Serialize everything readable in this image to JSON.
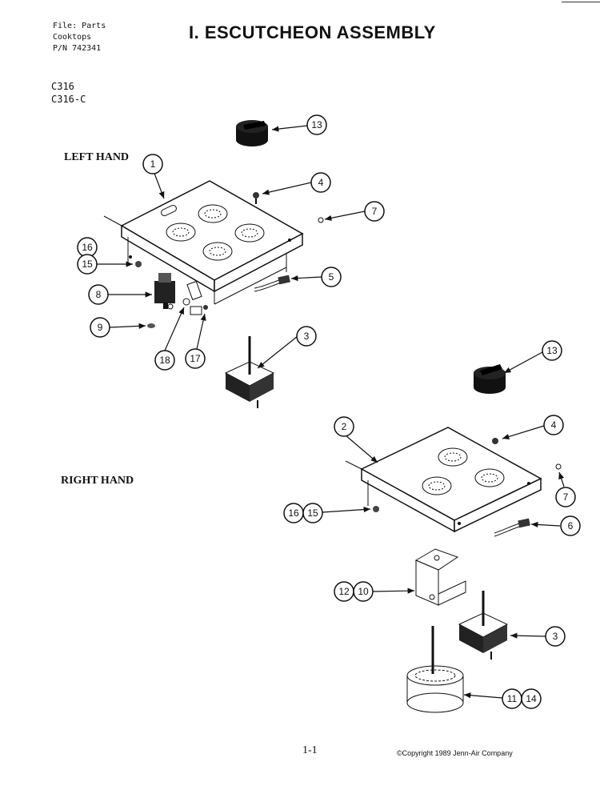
{
  "header": {
    "file_lines": [
      "File: Parts",
      "Cooktops",
      "P/N 742341"
    ],
    "title": "I. ESCUTCHEON ASSEMBLY",
    "models": [
      "C316",
      "C316-C"
    ]
  },
  "sections": {
    "left_hand": "LEFT HAND",
    "right_hand": "RIGHT HAND"
  },
  "callouts": {
    "c13a": "13",
    "c1": "1",
    "c4a": "4",
    "c7a": "7",
    "c16a": "16",
    "c15a": "15",
    "c5": "5",
    "c8": "8",
    "c9": "9",
    "c18": "18",
    "c17": "17",
    "c3a": "3",
    "c13b": "13",
    "c2": "2",
    "c4b": "4",
    "c7b": "7",
    "c16b": "16",
    "c15b": "15",
    "c6": "6",
    "c12": "12",
    "c10": "10",
    "c3b": "3",
    "c11": "11",
    "c14": "14"
  },
  "footer": {
    "page_number": "1-1",
    "copyright": "©Copyright 1989 Jenn-Air Company"
  }
}
